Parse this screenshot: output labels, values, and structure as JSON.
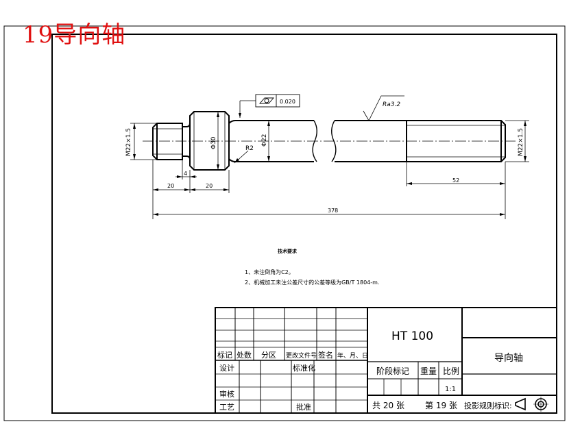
{
  "drawing_title": "19导向轴",
  "dimensions": {
    "thread_left": "M22×1.5",
    "thread_right": "M22×1.5",
    "dia_collar": "Φ30",
    "dia_shaft": "Φ22",
    "radius": "R2",
    "tol_value": "0.020",
    "roughness": "Ra3.2",
    "len_thread_left": "20",
    "len_collar": "20",
    "len_groove": "4",
    "len_thread_right": "52",
    "total_length": "378"
  },
  "notes": {
    "heading": "技术要求",
    "line1": "1、未注倒角为C2。",
    "line2": "2、机械加工未注公差尺寸的公差等级为GB/T 1804-m."
  },
  "title_block": {
    "material": "HT 100",
    "part_name": "导向轴",
    "rev_headers": [
      "标记",
      "处数",
      "分区",
      "更改文件号",
      "签名",
      "年、月、日"
    ],
    "row_design": "设计",
    "row_standard": "标准化",
    "row_review": "审核",
    "row_process": "工艺",
    "row_approve": "批准",
    "stage_label": "阶段标记",
    "weight_label": "重量",
    "scale_label": "比例",
    "scale_value": "1:1",
    "sheets_total": "共 20 张",
    "sheet_no": "第 19 张",
    "projection_label": "投影规则标识:"
  }
}
